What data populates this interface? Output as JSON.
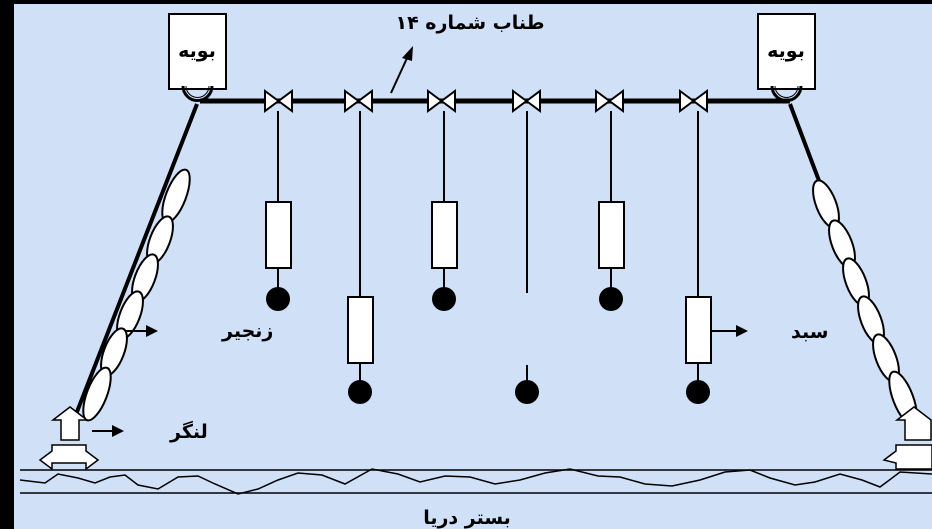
{
  "labels": {
    "rope": "طناب شماره ۱۴",
    "buoy_left": "بویه",
    "buoy_right": "بویه",
    "chain": "زنجیر",
    "basket": "سبد",
    "anchor": "لنگر",
    "seabed": "بستر دریا"
  },
  "colors": {
    "background": "#cfe0f7",
    "line": "#000000",
    "fill": "#ffffff"
  }
}
